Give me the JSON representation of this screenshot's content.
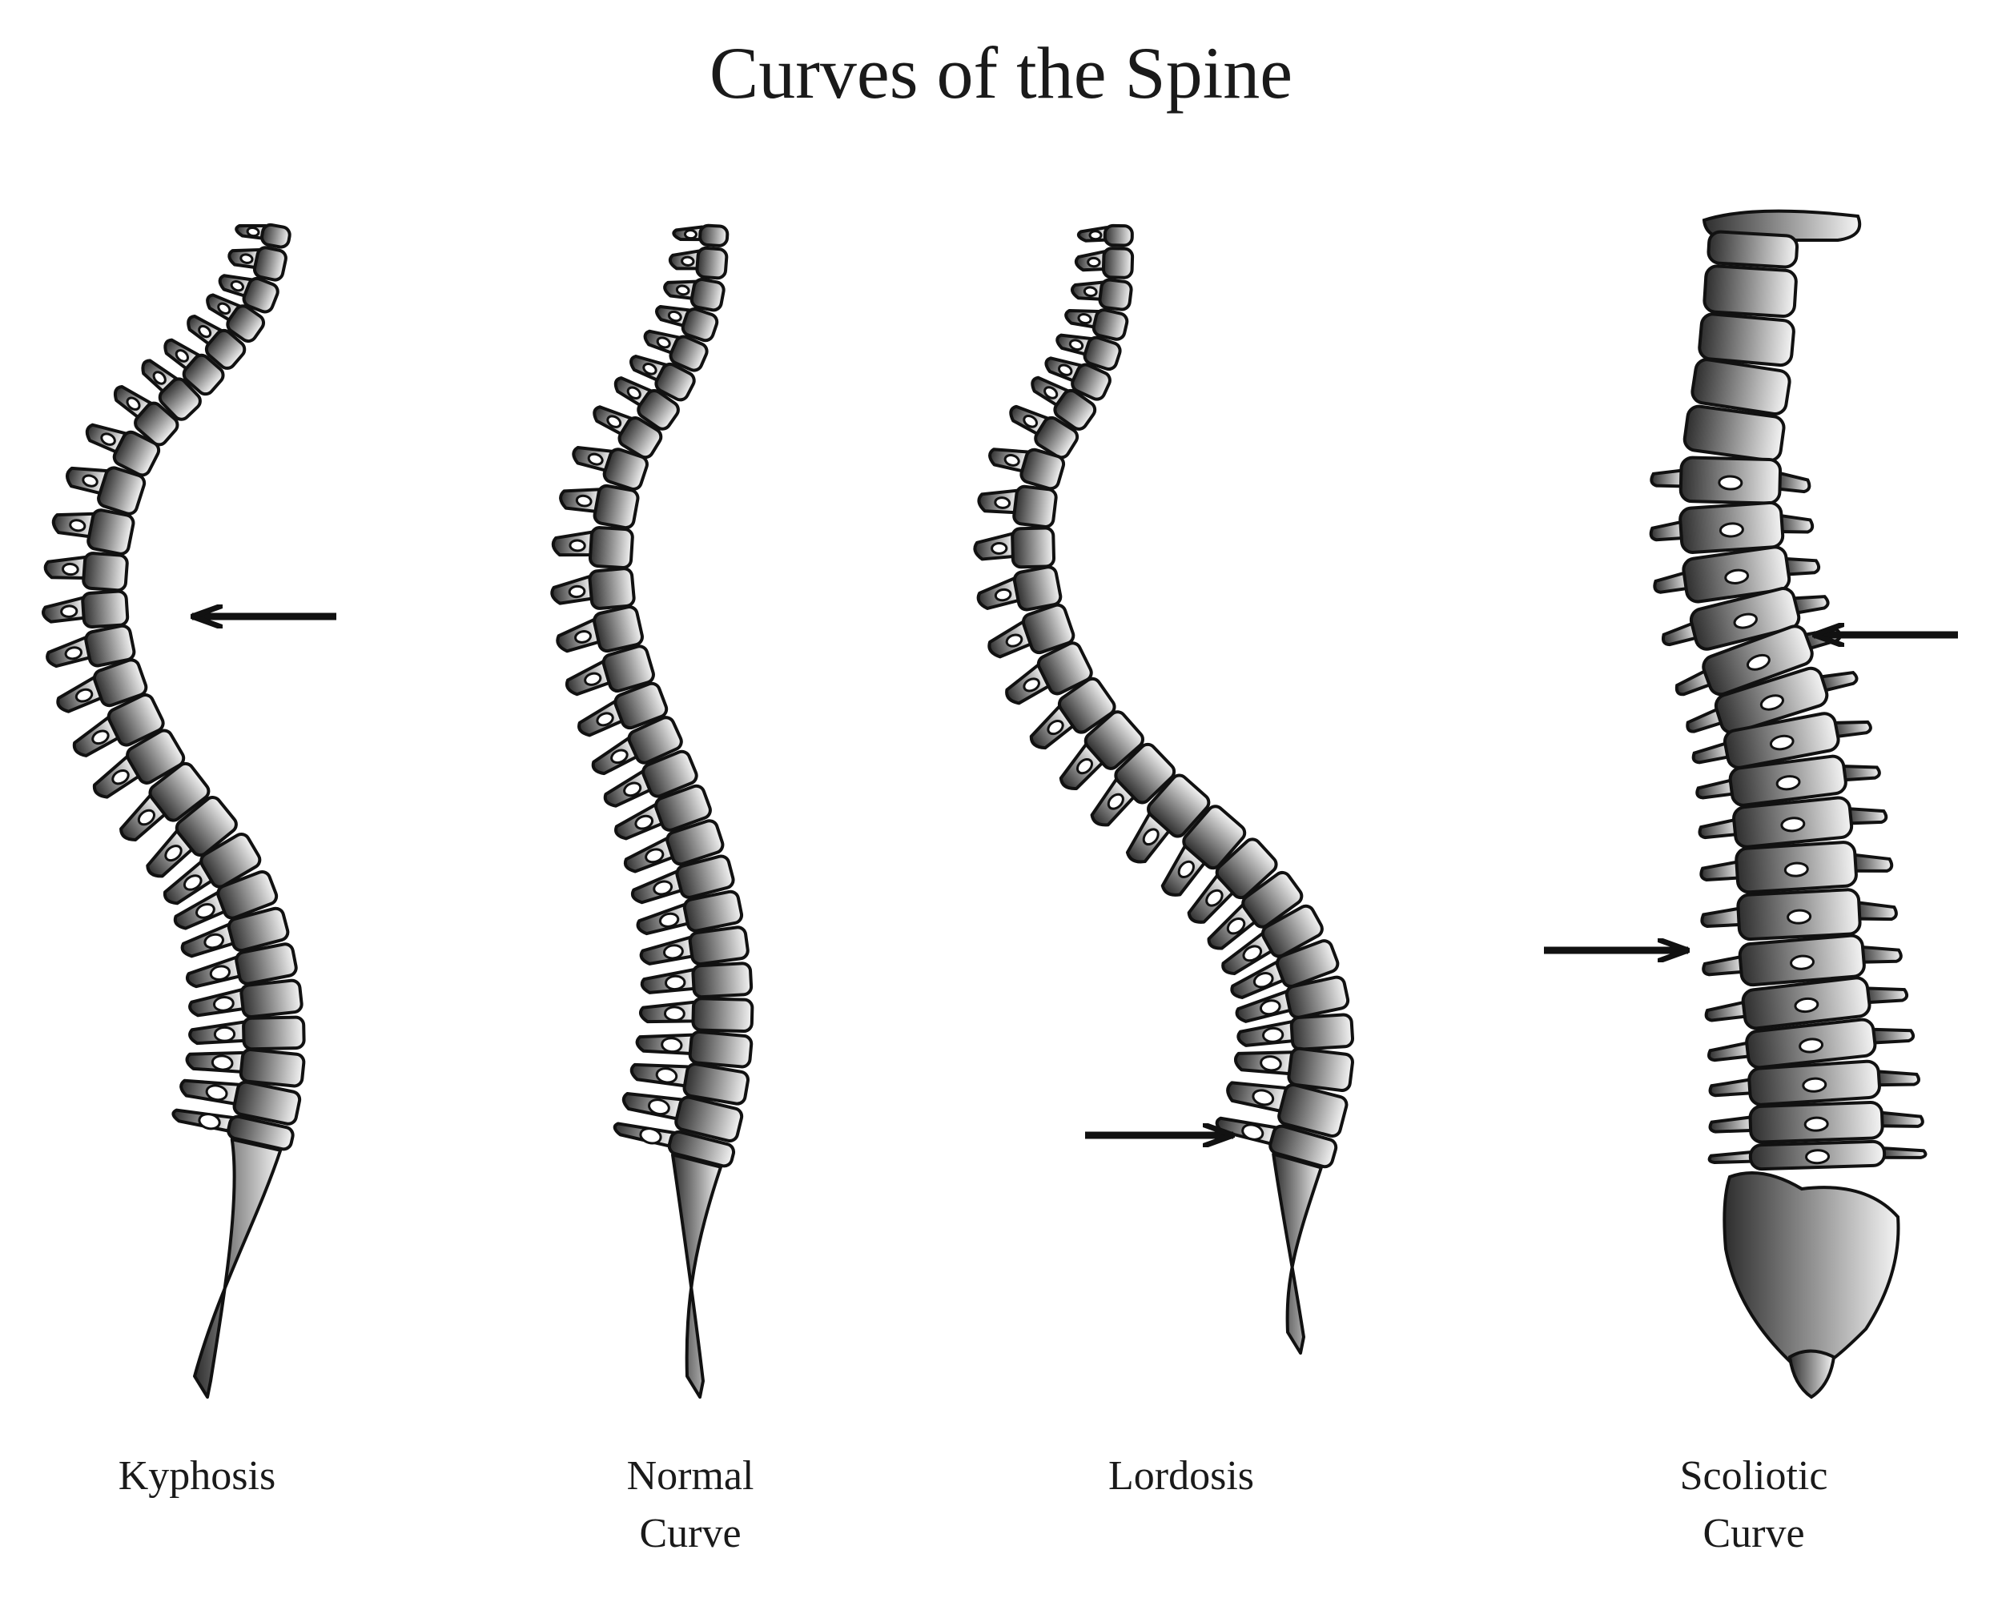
{
  "title": "Curves of the Spine",
  "colors": {
    "outline": "#111111",
    "bone_light": "#f2f2f2",
    "bone_dark": "#3a3a3a",
    "background": "#ffffff"
  },
  "panels": [
    {
      "id": "kyphosis",
      "label_lines": [
        "Kyphosis"
      ]
    },
    {
      "id": "normal",
      "label_lines": [
        "Normal",
        "Curve"
      ]
    },
    {
      "id": "lordosis",
      "label_lines": [
        "Lordosis"
      ]
    },
    {
      "id": "scoliotic",
      "label_lines": [
        "Scoliotic",
        "Curve"
      ]
    }
  ]
}
